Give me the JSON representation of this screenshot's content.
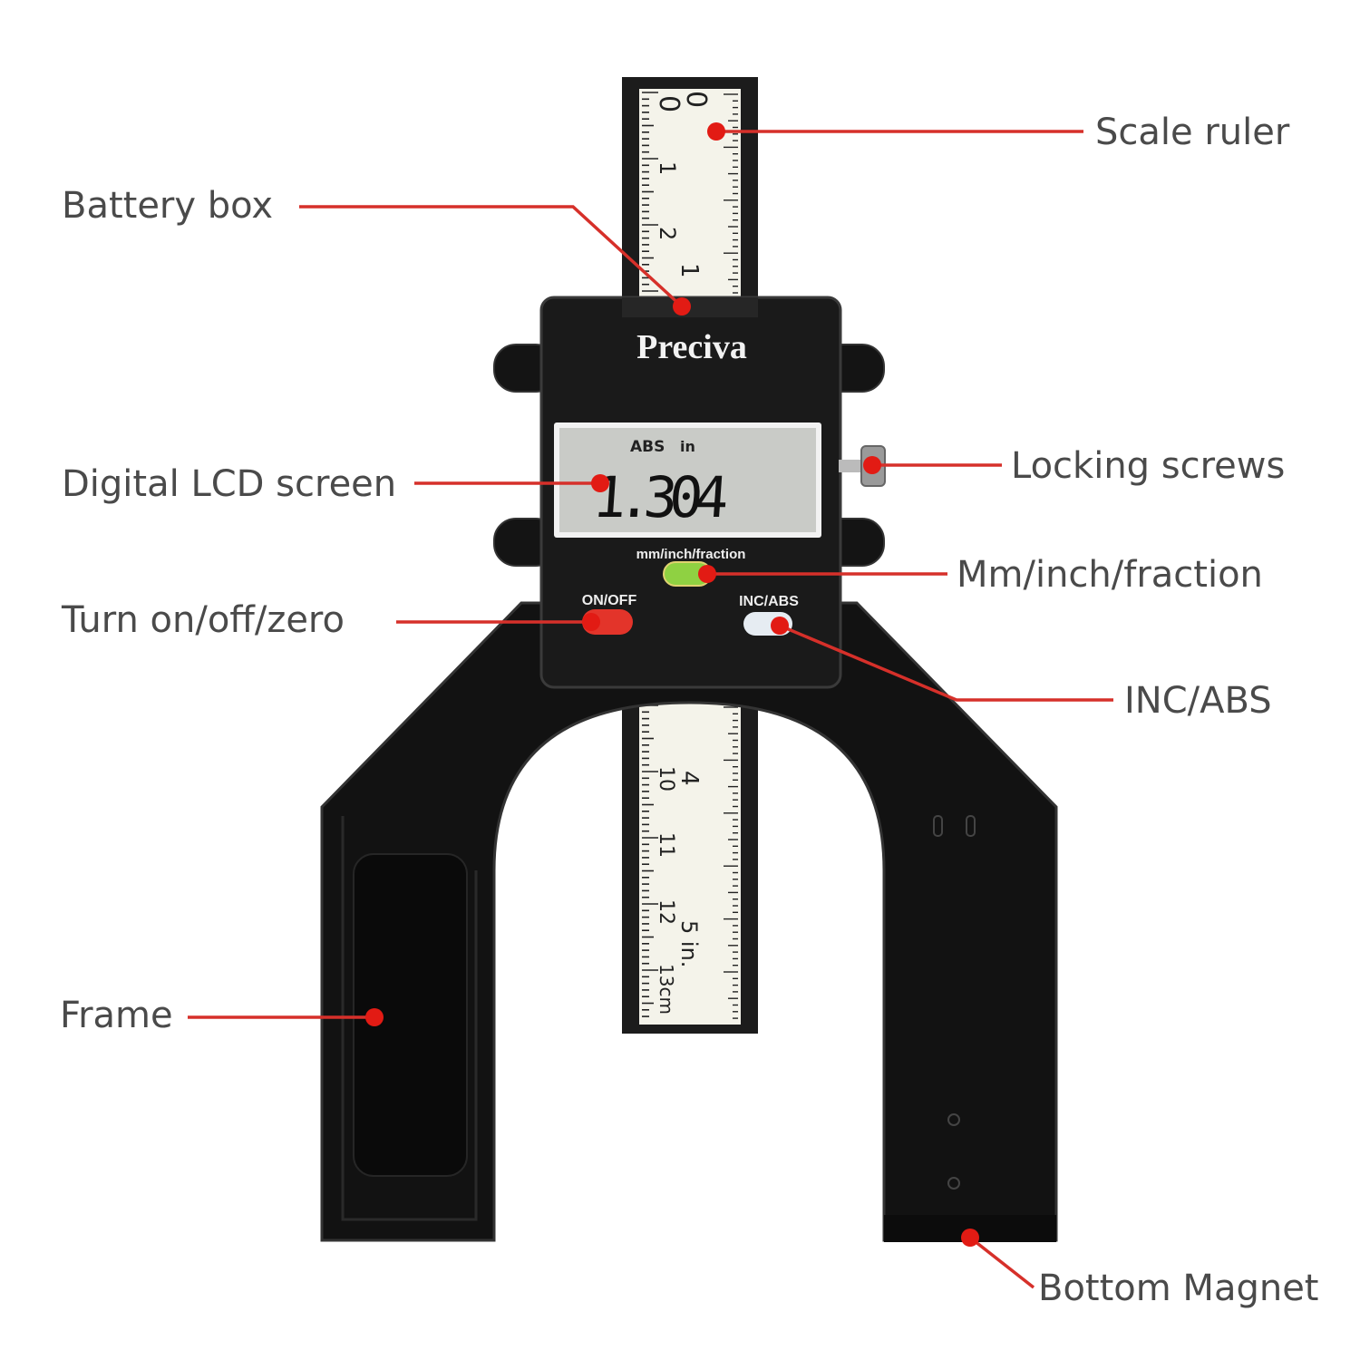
{
  "device": {
    "brand": "Preciva",
    "lcd": {
      "mode": "ABS",
      "unit": "in",
      "reading": "1.304"
    },
    "buttons": {
      "unit_toggle": "mm/inch/fraction",
      "power": "ON/OFF",
      "inc_abs": "INC/ABS"
    },
    "ruler_top": {
      "cm": [
        "0",
        "1",
        "2"
      ],
      "inch": [
        "0",
        "1"
      ]
    },
    "ruler_bottom": {
      "cm": [
        "10",
        "11",
        "12",
        "13cm"
      ],
      "inch": [
        "4",
        "5 in."
      ]
    }
  },
  "callouts": {
    "scale_ruler": "Scale ruler",
    "battery_box": "Battery box",
    "lcd_screen": "Digital LCD screen",
    "locking_screws": "Locking screws",
    "unit_button": "Mm/inch/fraction",
    "power_button": "Turn on/off/zero",
    "inc_abs_button": "INC/ABS",
    "frame": "Frame",
    "bottom_magnet": "Bottom Magnet"
  },
  "colors": {
    "leader": "#d6302a",
    "body": "#111111",
    "lcd": "#c9cbc7",
    "power": "#e3342a",
    "unit": "#8fd142",
    "incabs": "#e6ecf2"
  }
}
